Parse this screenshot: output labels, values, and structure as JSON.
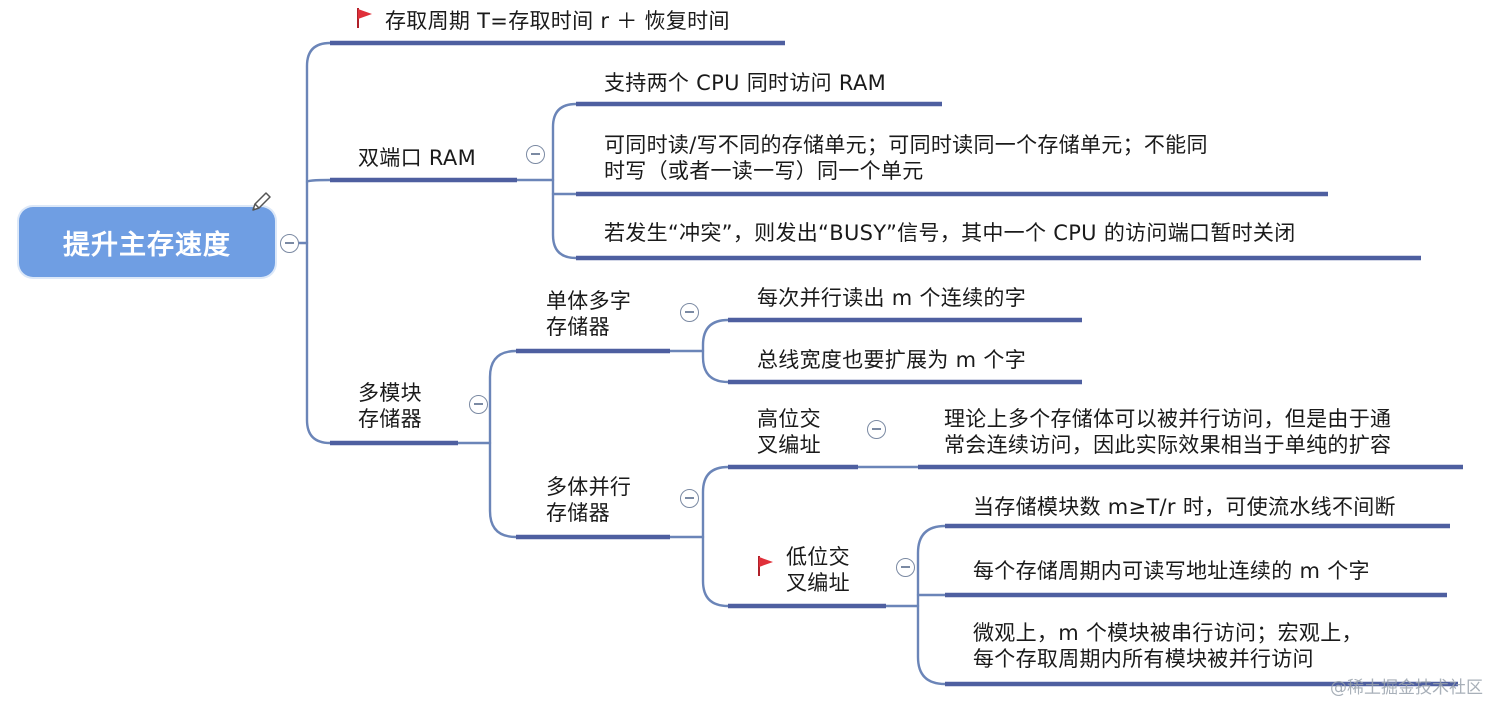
{
  "root": {
    "label": "提升主存速度"
  },
  "branches": {
    "access_cycle": {
      "label": "存取周期 T=存取时间 r ＋ 恢复时间"
    },
    "dual_port": {
      "label": "双端口 RAM",
      "children": [
        {
          "lines": [
            "支持两个 CPU 同时访问 RAM"
          ]
        },
        {
          "lines": [
            "可同时读/写不同的存储单元；可同时读同一个存储单元；不能同",
            "时写（或者一读一写）同一个单元"
          ]
        },
        {
          "lines": [
            "若发生“冲突”，则发出“BUSY”信号，其中一个 CPU 的访问端口暂时关闭"
          ]
        }
      ]
    },
    "multi_module": {
      "lines": [
        "多模块",
        "存储器"
      ],
      "single_multiword": {
        "lines": [
          "单体多字",
          "存储器"
        ],
        "children": [
          {
            "lines": [
              "每次并行读出 m 个连续的字"
            ]
          },
          {
            "lines": [
              "总线宽度也要扩展为 m 个字"
            ]
          }
        ]
      },
      "parallel_multibank": {
        "lines": [
          "多体并行",
          "存储器"
        ],
        "high_interleave": {
          "lines": [
            "高位交",
            "叉编址"
          ],
          "children": [
            {
              "lines": [
                "理论上多个存储体可以被并行访问，但是由于通",
                "常会连续访问，因此实际效果相当于单纯的扩容"
              ]
            }
          ]
        },
        "low_interleave": {
          "lines": [
            "低位交",
            "叉编址"
          ],
          "children": [
            {
              "lines": [
                "当存储模块数 m≥T/r 时，可使流水线不间断"
              ]
            },
            {
              "lines": [
                "每个存储周期内可读写地址连续的 m 个字"
              ]
            },
            {
              "lines": [
                "微观上，m 个模块被串行访问；宏观上，",
                "每个存取周期内所有模块被并行访问"
              ]
            }
          ]
        }
      }
    }
  },
  "colors": {
    "root_fill": "#6f9ee3",
    "underline": "#4e5fa0",
    "connector": "#6b85b8",
    "flag": "#e0303a"
  },
  "icons": {
    "flag": "flag-icon",
    "pencil": "pencil-icon",
    "toggle": "collapse-toggle-icon"
  },
  "watermark": "@稀土掘金技术社区"
}
